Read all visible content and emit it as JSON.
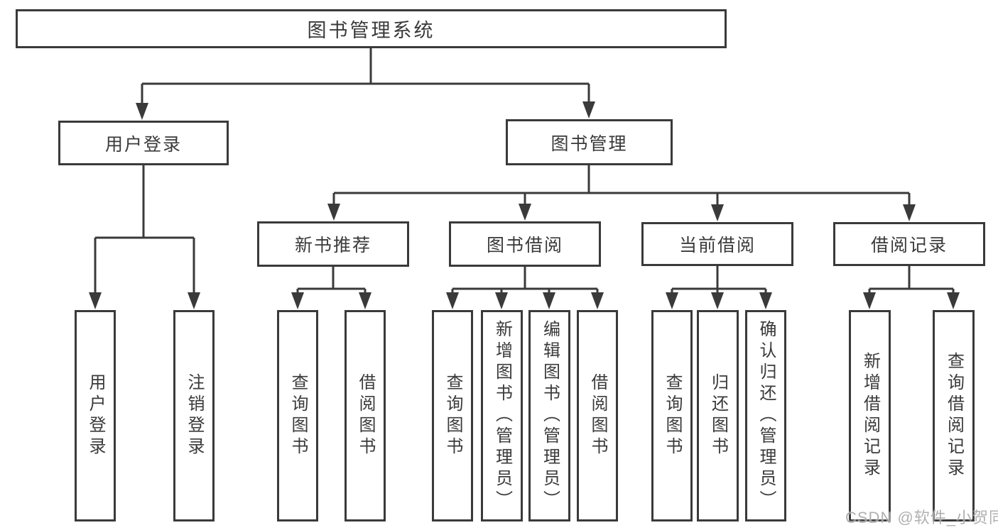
{
  "diagram": {
    "root": {
      "label": "图书管理系统"
    },
    "level2": [
      {
        "label": "用户登录"
      },
      {
        "label": "图书管理"
      }
    ],
    "level3": [
      {
        "label": "新书推荐",
        "parent": "图书管理"
      },
      {
        "label": "图书借阅",
        "parent": "图书管理"
      },
      {
        "label": "当前借阅",
        "parent": "图书管理"
      },
      {
        "label": "借阅记录",
        "parent": "图书管理"
      }
    ],
    "leaves": [
      {
        "label": "用户登录",
        "parent": "用户登录"
      },
      {
        "label": "注销登录",
        "parent": "用户登录"
      },
      {
        "label": "查询图书",
        "parent": "新书推荐"
      },
      {
        "label": "借阅图书",
        "parent": "新书推荐"
      },
      {
        "label": "查询图书",
        "parent": "图书借阅"
      },
      {
        "label": "新增图书（管理员）",
        "parent": "图书借阅"
      },
      {
        "label": "编辑图书（管理员）",
        "parent": "图书借阅"
      },
      {
        "label": "借阅图书",
        "parent": "图书借阅"
      },
      {
        "label": "查询图书",
        "parent": "当前借阅"
      },
      {
        "label": "归还图书",
        "parent": "当前借阅"
      },
      {
        "label": "确认归还（管理员）",
        "parent": "当前借阅"
      },
      {
        "label": "新增借阅记录",
        "parent": "借阅记录"
      },
      {
        "label": "查询借阅记录",
        "parent": "借阅记录"
      }
    ]
  },
  "watermark": {
    "text": "CSDN @软件_小贺同学"
  },
  "colors": {
    "line": "#3a3a3a",
    "text": "#3a3a3a",
    "watermark": "#a8a8a8",
    "background": "#ffffff"
  }
}
